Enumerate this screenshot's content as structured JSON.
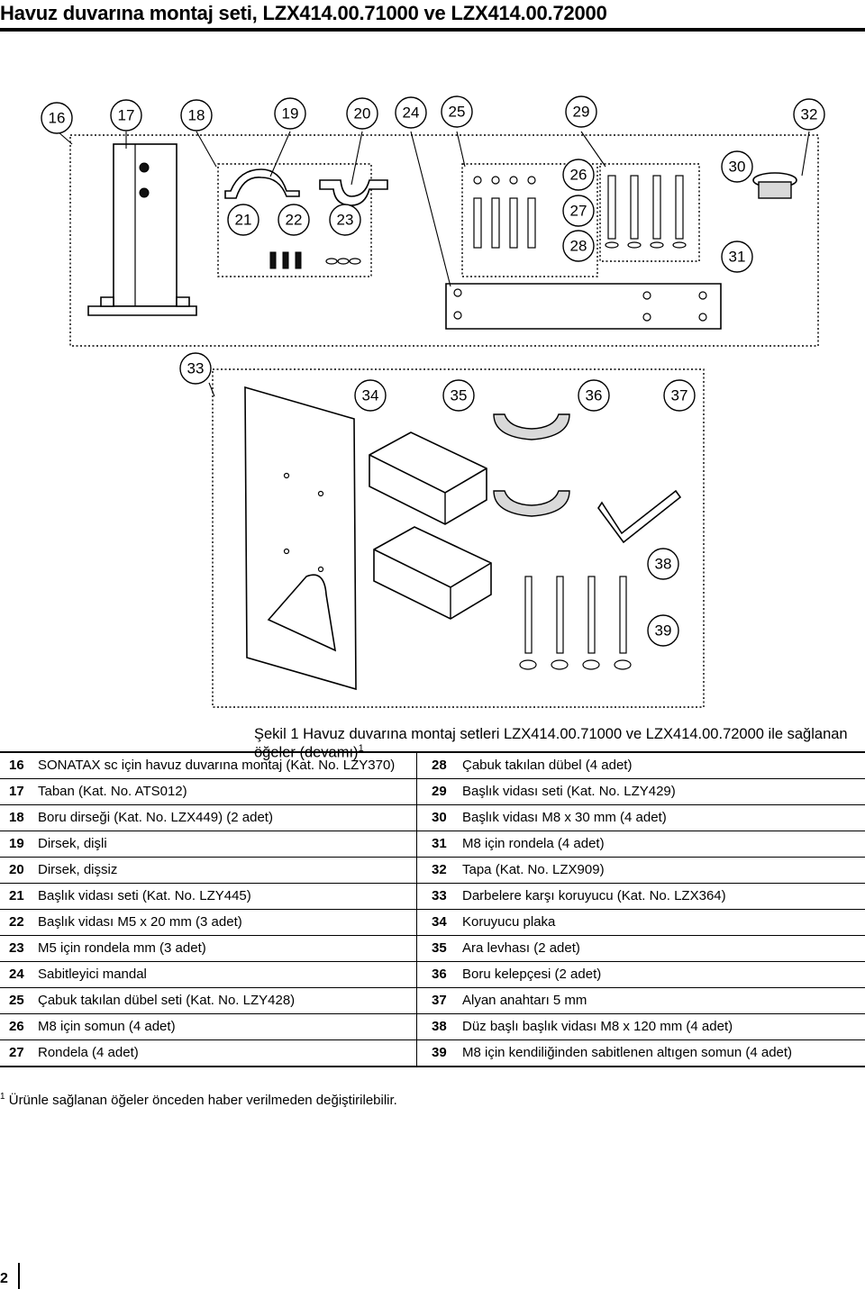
{
  "page": {
    "title": "Havuz duvarına montaj seti, LZX414.00.71000 ve LZX414.00.72000",
    "page_number": "2"
  },
  "figure": {
    "caption": "Şekil 1 Havuz duvarına montaj setleri LZX414.00.71000 ve LZX414.00.72000 ile sağlanan öğeler (devamı)",
    "caption_note": "1",
    "callouts": [
      "16",
      "17",
      "18",
      "19",
      "20",
      "24",
      "25",
      "29",
      "32",
      "26",
      "30",
      "21",
      "22",
      "23",
      "27",
      "28",
      "31",
      "33",
      "34",
      "35",
      "36",
      "37",
      "38",
      "39"
    ]
  },
  "parts": [
    {
      "num_l": "16",
      "desc_l": "SONATAX sc için havuz duvarına montaj (Kat. No. LZY370)",
      "num_r": "28",
      "desc_r": "Çabuk takılan dübel (4 adet)"
    },
    {
      "num_l": "17",
      "desc_l": "Taban (Kat. No. ATS012)",
      "num_r": "29",
      "desc_r": "Başlık vidası seti (Kat. No. LZY429)"
    },
    {
      "num_l": "18",
      "desc_l": "Boru dirseği (Kat. No. LZX449) (2 adet)",
      "num_r": "30",
      "desc_r": "Başlık vidası M8 x 30 mm (4 adet)"
    },
    {
      "num_l": "19",
      "desc_l": "Dirsek, dişli",
      "num_r": "31",
      "desc_r": "M8 için rondela (4 adet)"
    },
    {
      "num_l": "20",
      "desc_l": "Dirsek, dişsiz",
      "num_r": "32",
      "desc_r": "Tapa (Kat. No. LZX909)"
    },
    {
      "num_l": "21",
      "desc_l": "Başlık vidası seti (Kat. No. LZY445)",
      "num_r": "33",
      "desc_r": "Darbelere karşı koruyucu (Kat. No. LZX364)"
    },
    {
      "num_l": "22",
      "desc_l": "Başlık vidası M5 x 20 mm (3 adet)",
      "num_r": "34",
      "desc_r": "Koruyucu plaka"
    },
    {
      "num_l": "23",
      "desc_l": "M5 için rondela mm (3 adet)",
      "num_r": "35",
      "desc_r": "Ara levhası (2 adet)"
    },
    {
      "num_l": "24",
      "desc_l": "Sabitleyici mandal",
      "num_r": "36",
      "desc_r": "Boru kelepçesi (2 adet)"
    },
    {
      "num_l": "25",
      "desc_l": "Çabuk takılan dübel seti (Kat. No. LZY428)",
      "num_r": "37",
      "desc_r": "Alyan anahtarı 5 mm"
    },
    {
      "num_l": "26",
      "desc_l": "M8 için somun (4 adet)",
      "num_r": "38",
      "desc_r": "Düz başlı başlık vidası M8 x 120 mm (4 adet)"
    },
    {
      "num_l": "27",
      "desc_l": "Rondela (4 adet)",
      "num_r": "39",
      "desc_r": "M8 için kendiliğinden sabitlenen altıgen somun (4 adet)"
    }
  ],
  "footnote": {
    "marker": "1",
    "text": "Ürünle sağlanan öğeler önceden haber verilmeden değiştirilebilir."
  }
}
